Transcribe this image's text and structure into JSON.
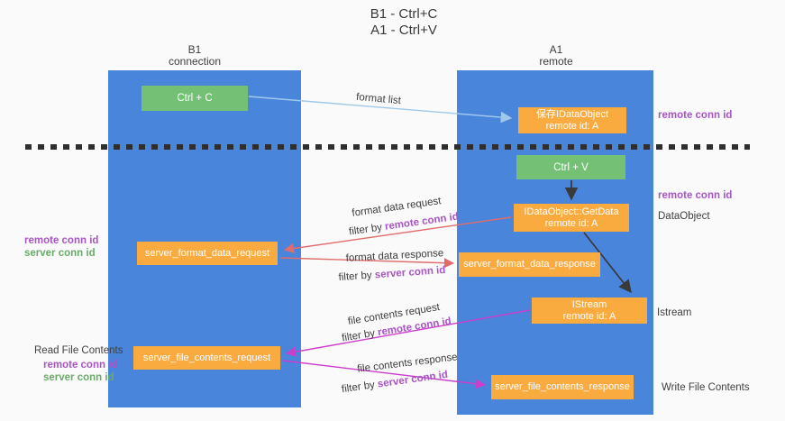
{
  "title": {
    "line1": "B1 - Ctrl+C",
    "line2": "A1 - Ctrl+V"
  },
  "lifelines": {
    "b1": {
      "name": "B1",
      "subtitle": "connection"
    },
    "a1": {
      "name": "A1",
      "subtitle": "remote"
    }
  },
  "nodes": {
    "ctrl_c": {
      "label": "Ctrl + C"
    },
    "save_idataobject": {
      "line1": "保存IDataObject",
      "line2": "remote id: A"
    },
    "ctrl_v": {
      "label": "Ctrl + V"
    },
    "getdata": {
      "line1": "IDataObject::GetData",
      "line2": "remote id: A"
    },
    "server_format_data_request": {
      "label": "server_format_data_request"
    },
    "server_format_data_response": {
      "label": "server_format_data_response"
    },
    "istream": {
      "line1": "IStream",
      "line2": "remote id: A"
    },
    "server_file_contents_request": {
      "label": "server_file_contents_request"
    },
    "server_file_contents_response": {
      "label": "server_file_contents_response"
    }
  },
  "arrow_labels": {
    "format_list": "format list",
    "format_data_request": "format data request",
    "format_data_response": "format data response",
    "file_contents_request": "file contents request",
    "file_contents_response": "file contents response",
    "filter_by": "filter by ",
    "remote_conn_id": "remote conn id",
    "server_conn_id": "server conn id"
  },
  "side_labels": {
    "remote_conn_id": "remote conn id",
    "server_conn_id": "server conn id",
    "dataobject": "DataObject",
    "istream": "Istream",
    "read_file_contents": "Read File Contents",
    "write_file_contents": "Write File Contents"
  },
  "colors": {
    "lifeline_blue": "#4a85dc",
    "key_green": "#74c175",
    "node_orange": "#f9ab40",
    "arrow_blue": "#9fc9ea",
    "arrow_red": "#e06c6c",
    "arrow_magenta": "#cb3ecb",
    "arrow_black": "#3a3a3a",
    "text_purple": "#a855c4",
    "text_green": "#6aab6a",
    "text_dark": "#3f3f3f",
    "background": "#fafafa"
  }
}
